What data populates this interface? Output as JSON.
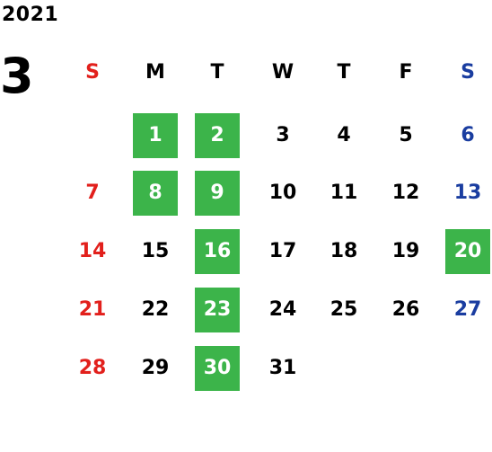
{
  "calendar": {
    "year": "2021",
    "month": "3",
    "weekdays": [
      "S",
      "M",
      "T",
      "W",
      "T",
      "F",
      "S"
    ],
    "start_weekday": 1,
    "days_in_month": 31,
    "highlighted_days": [
      1,
      2,
      8,
      9,
      16,
      20,
      23,
      30
    ],
    "colors": {
      "sunday": "#e2201c",
      "saturday": "#1a3da0",
      "weekday": "#000000",
      "highlight_bg": "#3cb44a",
      "highlight_text": "#ffffff"
    }
  }
}
